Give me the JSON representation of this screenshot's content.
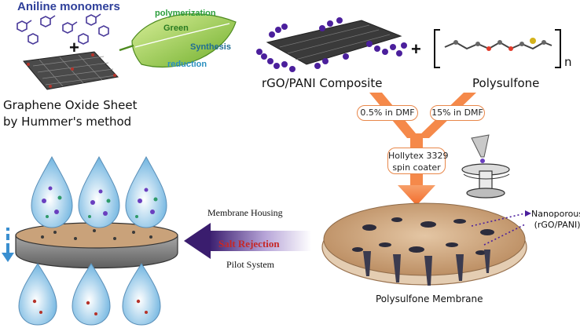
{
  "labels": {
    "aniline": "Aniline monomers",
    "plus_left": "+",
    "graphene_line1": "Graphene Oxide Sheet",
    "graphene_line2": "by Hummer's method",
    "polymerization": "polymerization",
    "green": "Green",
    "synthesis": "Synthesis",
    "reduction": "reduction",
    "composite": "rGO/PANI Composite",
    "plus_right": "+",
    "n_subscript": "n",
    "polysulfone": "Polysulfone",
    "dmf_composite": "0.5% in DMF",
    "dmf_polysulfone": "15% in DMF",
    "spin_coater_line1": "Hollytex 3329",
    "spin_coater_line2": "spin coater",
    "nanoporous_line1": "Nanoporous",
    "nanoporous_line2": "(rGO/PANI)",
    "membrane": "Polysulfone Membrane",
    "housing": "Membrane Housing",
    "salt_rejection": "Salt Rejection",
    "pilot": "Pilot System"
  },
  "colors": {
    "arrow_orange": "#f5894a",
    "arrow_purple": "#4a2a7a",
    "leaf_green": "#8cc63f",
    "monomer_purple": "#4a3a9a",
    "composite_purple": "#4b1f9c",
    "membrane_tan": "#c8a07a",
    "housing_gray": "#8a8a8a",
    "drop_blue": "#6fb4e0",
    "salt_red": "#c62828"
  }
}
